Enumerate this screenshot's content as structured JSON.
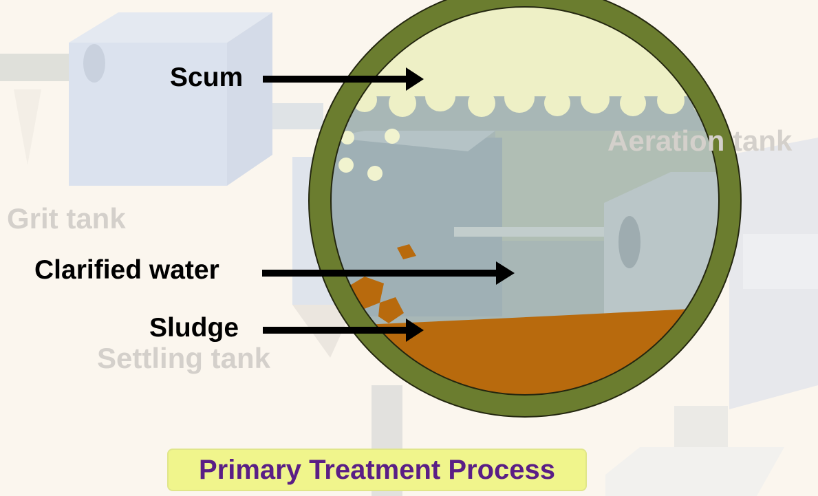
{
  "background_labels": {
    "grit_tank": "Grit tank",
    "settling_tank": "Settling tank",
    "aeration_tank": "Aeration tank"
  },
  "callouts": {
    "scum": "Scum",
    "clarified_water": "Clarified water",
    "sludge": "Sludge"
  },
  "caption": "Primary Treatment Process",
  "colors": {
    "background": "#fbf6ee",
    "ring": "#6b7d2f",
    "scum": "#eef0c6",
    "water": "#a8b8b8",
    "sludge": "#b86a0d",
    "caption_bg": "#f0f58c",
    "caption_text": "#5a1e86"
  }
}
